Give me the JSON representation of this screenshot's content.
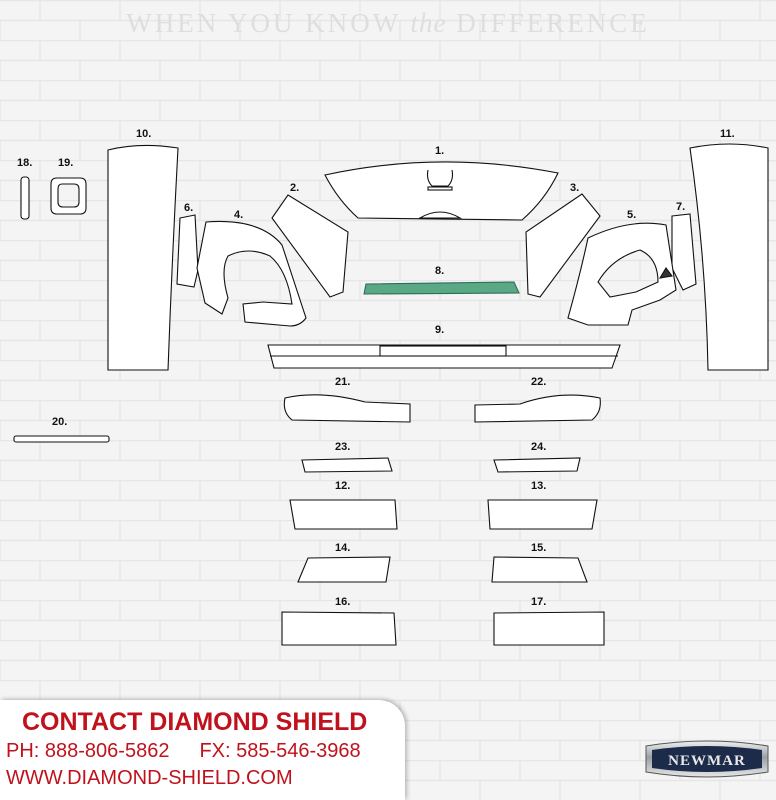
{
  "tagline": {
    "part1": "WHEN YOU KNOW",
    "italic": "the",
    "part2": "DIFFERENCE"
  },
  "parts": {
    "p1": "1.",
    "p2": "2.",
    "p3": "3.",
    "p4": "4.",
    "p5": "5.",
    "p6": "6.",
    "p7": "7.",
    "p8": "8.",
    "p9": "9.",
    "p10": "10.",
    "p11": "11.",
    "p12": "12.",
    "p13": "13.",
    "p14": "14.",
    "p15": "15.",
    "p16": "16.",
    "p17": "17.",
    "p18": "18.",
    "p19": "19.",
    "p20": "20.",
    "p21": "21.",
    "p22": "22.",
    "p23": "23.",
    "p24": "24."
  },
  "contact": {
    "title": "CONTACT DIAMOND SHIELD",
    "phone": "PH: 888-806-5862",
    "fax": "FX: 585-546-3968",
    "website": "WWW.DIAMOND-SHIELD.COM"
  },
  "logo": {
    "text": "NEWMAR"
  },
  "colors": {
    "accent": "#c0121c",
    "highlight": "#5aa886"
  }
}
